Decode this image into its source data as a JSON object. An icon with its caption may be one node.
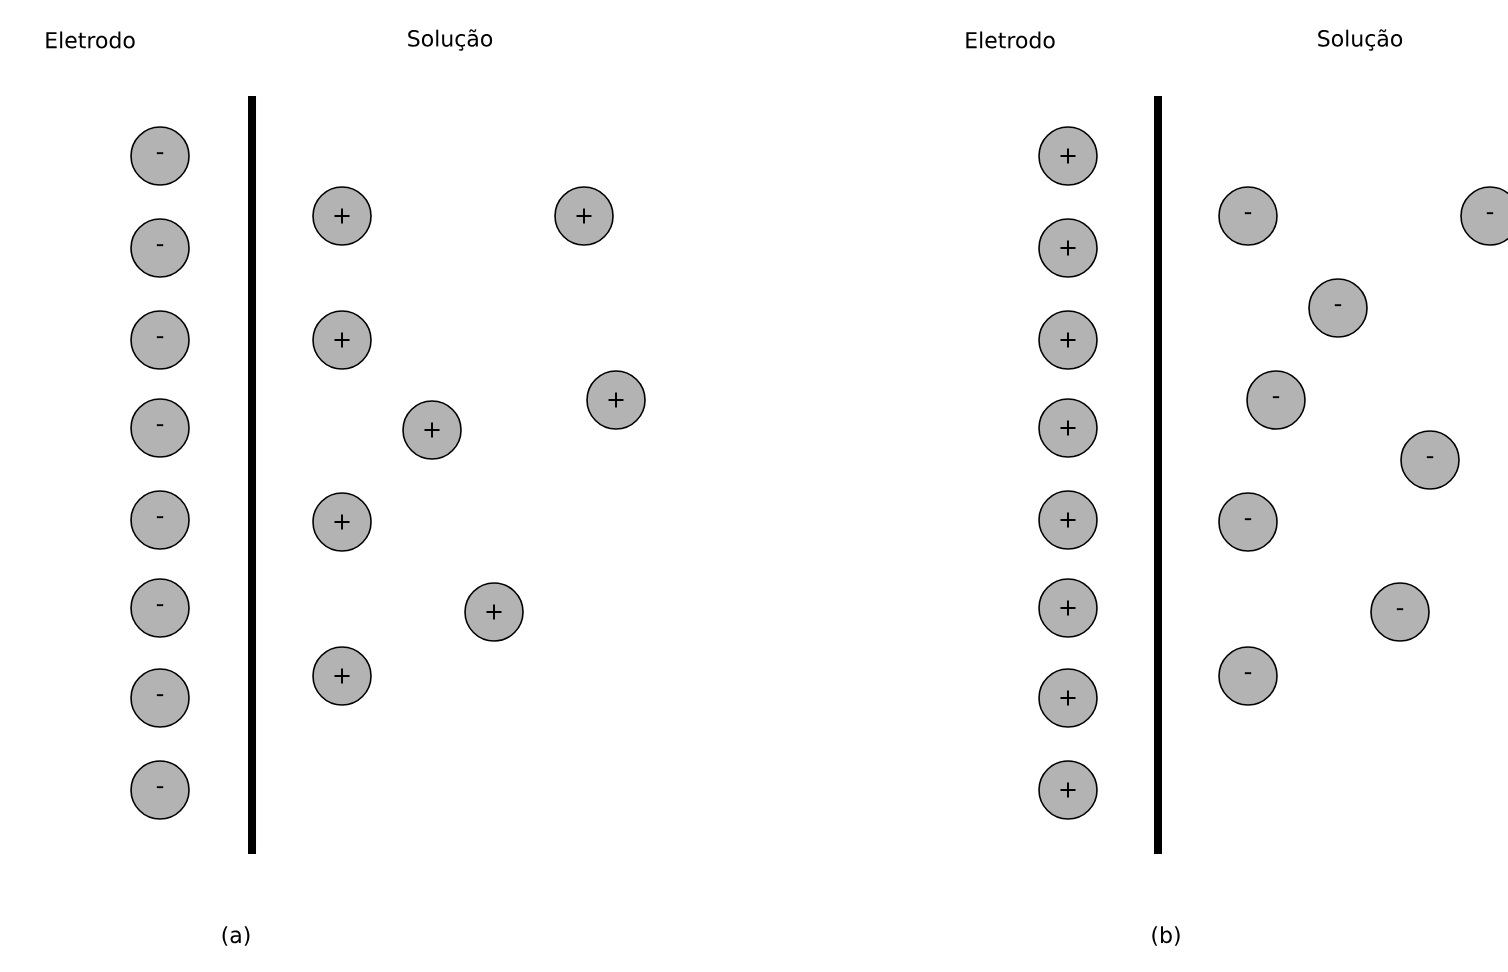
{
  "diagram": {
    "nodes": [
      {
        "text": [
          "-"
        ]
      },
      {
        "text": [
          "-"
        ]
      },
      {
        "text": [
          "-"
        ]
      },
      {
        "text": [
          "-"
        ]
      },
      {
        "text": [
          "-"
        ]
      },
      {
        "text": [
          "-"
        ]
      },
      {
        "text": [
          "-"
        ]
      },
      {
        "text": [
          "-"
        ]
      },
      {
        "text": [
          "+"
        ]
      },
      {
        "text": [
          "+"
        ]
      },
      {
        "text": [
          "+"
        ]
      },
      {
        "text": [
          "+"
        ]
      },
      {
        "text": [
          "+"
        ]
      },
      {
        "text": [
          "+"
        ]
      },
      {
        "text": [
          "+"
        ]
      },
      {
        "text": [
          "+"
        ]
      },
      {
        "text": [
          "+"
        ]
      },
      {
        "text": [
          "+"
        ]
      },
      {
        "text": [
          "+"
        ]
      },
      {
        "text": [
          "+"
        ]
      },
      {
        "text": [
          "+"
        ]
      },
      {
        "text": [
          "+"
        ]
      },
      {
        "text": [
          "+"
        ]
      },
      {
        "text": [
          "+"
        ]
      },
      {
        "text": [
          "-"
        ]
      },
      {
        "text": [
          "-"
        ]
      },
      {
        "text": [
          "-"
        ]
      },
      {
        "text": [
          "-"
        ]
      },
      {
        "text": [
          "-"
        ]
      },
      {
        "text": [
          "-"
        ]
      },
      {
        "text": [
          "-"
        ]
      },
      {
        "text": [
          "-"
        ]
      }
    ],
    "labels": [
      "Eletrodo",
      "Solução",
      "Eletrodo",
      "Solução",
      "(a)",
      "(b)"
    ]
  }
}
